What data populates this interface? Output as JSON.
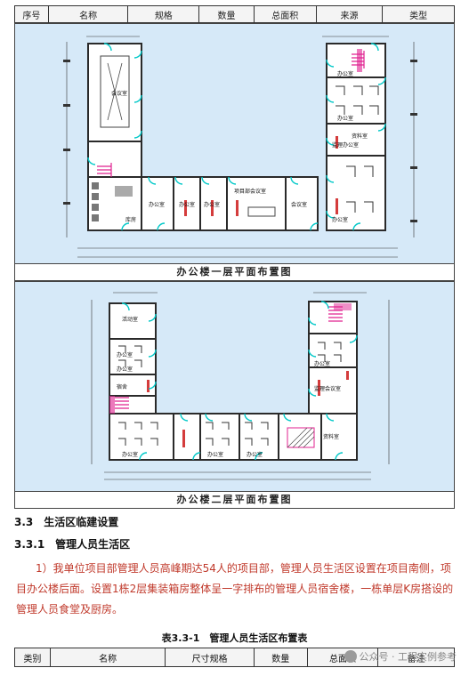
{
  "top_table": {
    "headers": [
      "序号",
      "名称",
      "规格",
      "数量",
      "总面积",
      "来源",
      "类型"
    ]
  },
  "figure1": {
    "caption": "办公楼一层平面布置图",
    "room_labels": [
      "会议室",
      "库房",
      "办公室",
      "办公室",
      "办公室",
      "会议室",
      "项目部会议室",
      "办公室",
      "办公室",
      "资料室",
      "监理办公室",
      "办公室"
    ]
  },
  "figure2": {
    "caption": "办公楼二层平面布置图",
    "room_labels": [
      "活动室",
      "办公室",
      "办公室",
      "宿舍",
      "办公室",
      "办公室",
      "办公室",
      "办公室",
      "监理会议室",
      "资料室"
    ]
  },
  "section": {
    "h3": "3.3　生活区临建设置",
    "h4": "3.3.1　管理人员生活区",
    "paragraph": "1）我单位项目部管理人员高峰期达54人的项目部，管理人员生活区设置在项目南侧，项目办公楼后面。设置1栋2层集装箱房整体呈一字排布的管理人员宿舍楼，一栋单层K房搭设的管理人员食堂及厨房。",
    "table_caption": "表3.3-1　管理人员生活区布置表"
  },
  "bottom_table": {
    "headers": [
      "类别",
      "名称",
      "尺寸规格",
      "数量",
      "总面积",
      "备注"
    ]
  },
  "watermark": {
    "text": "公众号 · 工程实例参考"
  },
  "colors": {
    "drawing_bg": "#d6e9f8",
    "wall": "#2a2a2a",
    "door": "#00c8c8",
    "stair": "#e0208f",
    "red_text": "#c0392b"
  }
}
